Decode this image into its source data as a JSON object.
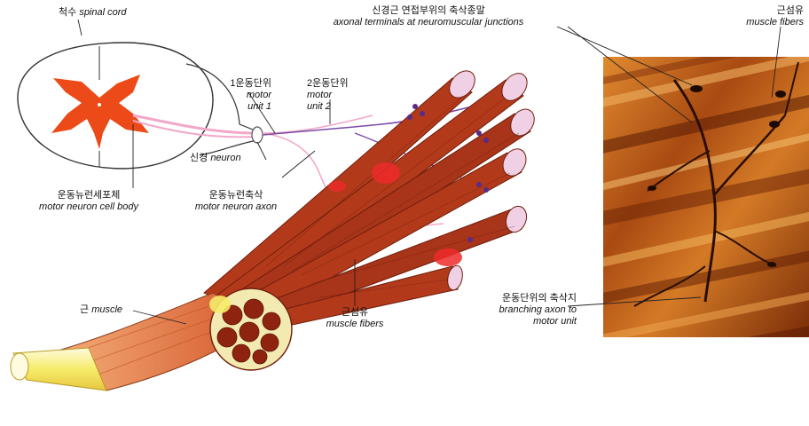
{
  "labels": {
    "spinal_cord": {
      "ko": "척수",
      "en": "spinal cord"
    },
    "axonal_terminals": {
      "ko": "신경근 연접부위의 축삭종말",
      "en": "axonal terminals at neuromuscular junctions"
    },
    "muscle_fibers_photo": {
      "ko": "근섬유",
      "en": "muscle fibers"
    },
    "motor_unit_1": {
      "ko": "1운동단위",
      "en1": "motor",
      "en2": "unit 1"
    },
    "motor_unit_2": {
      "ko": "2운동단위",
      "en1": "motor",
      "en2": "unit 2"
    },
    "neuron": {
      "ko": "신경",
      "en": "neuron"
    },
    "motor_neuron_cell_body": {
      "ko": "운동뉴런세포체",
      "en": "motor neuron cell body"
    },
    "motor_neuron_axon": {
      "ko": "운동뉴런축삭",
      "en": "motor neuron axon"
    },
    "muscle_fibers": {
      "ko": "근섬유",
      "en": "muscle fibers"
    },
    "muscle": {
      "ko": "근",
      "en": "muscle"
    },
    "branching_axon": {
      "ko": "운동단위의 축삭지",
      "en1": "branching axon to",
      "en2": "motor unit"
    }
  },
  "colors": {
    "muscle_red": "#b23a1a",
    "muscle_dark": "#6e1e0c",
    "fiber_end": "#f0d0e4",
    "nerve_pink": "#f2a7c9",
    "nerve_purple": "#7a4aa8",
    "grey_matter": "#ec4a18",
    "tendon_yellow": "#f6ec6a",
    "photo_orange": "#c8641c"
  }
}
